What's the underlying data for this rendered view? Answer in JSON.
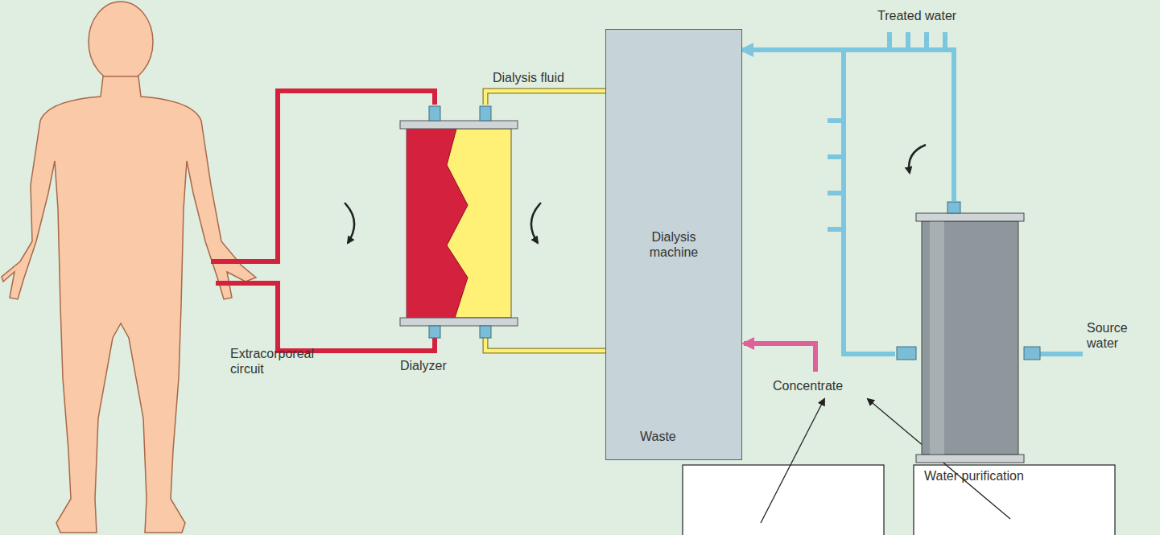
{
  "diagram": {
    "nodes": [
      {
        "text": [
          "Dialyzer"
        ]
      },
      {
        "text": [
          "Dialysis machine"
        ]
      },
      {
        "text": [
          "Water purification"
        ]
      }
    ],
    "edges": [
      {
        "from": 0,
        "to": 1,
        "arrow": "none",
        "label": "Dialysis fluid"
      },
      {
        "from": 0,
        "to": 1,
        "arrow": "none"
      },
      {
        "from": 2,
        "to": 1,
        "arrow": "to"
      }
    ],
    "labels": [
      "Treated water",
      "Source water",
      "Extracorporeal circuit",
      "Waste",
      "Concentrate"
    ]
  }
}
